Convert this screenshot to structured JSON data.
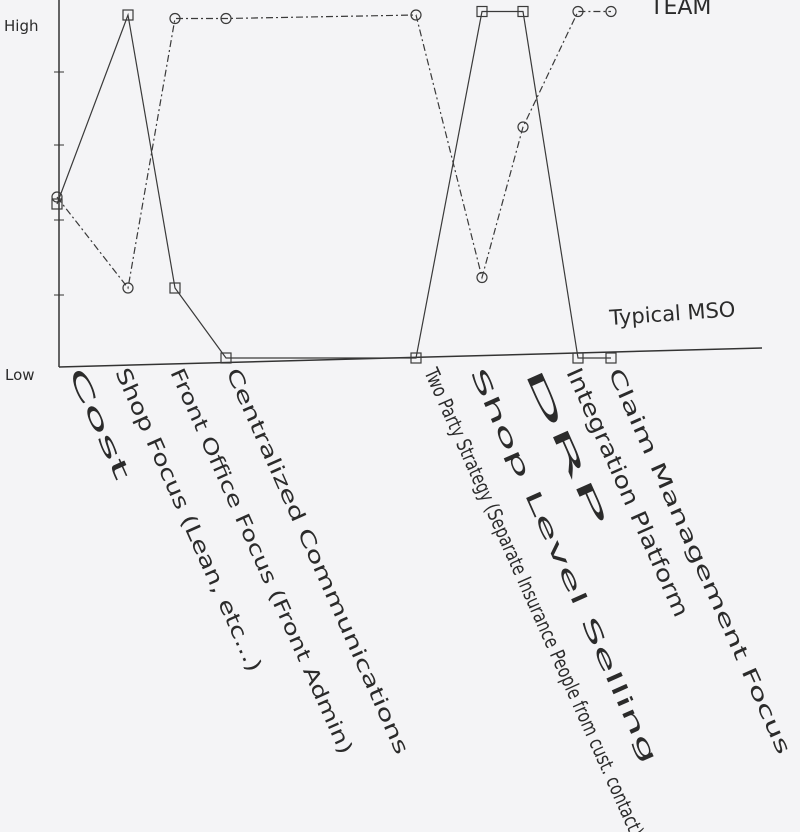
{
  "chart_data": {
    "type": "line",
    "title": "",
    "xlabel": "",
    "ylabel": "",
    "y_axis_labels": {
      "high": "High",
      "low": "Low"
    },
    "ylim": [
      0,
      5
    ],
    "categories": [
      "Cost",
      "Shop Focus (Lean, etc...)",
      "Front Office Focus (Front Admin)",
      "Centralized Communications",
      "Two Party Strategy (Separate Insurance People from cust. contact)",
      "Shop Level Selling",
      "DRP",
      "Integration Platform",
      "Claim Management Focus"
    ],
    "series": [
      {
        "name": "Typical MSO",
        "marker": "square",
        "color": "#3a3a3a",
        "values": [
          2.2,
          4.9,
          1.0,
          0.0,
          0.0,
          4.95,
          4.95,
          0.0,
          0.0
        ]
      },
      {
        "name": "TEAM",
        "marker": "circle",
        "color": "#3a3a3a",
        "values": [
          2.3,
          1.0,
          4.85,
          4.85,
          4.9,
          1.15,
          3.3,
          4.95,
          4.95
        ]
      }
    ],
    "grid": false,
    "legend": "inline-right"
  }
}
